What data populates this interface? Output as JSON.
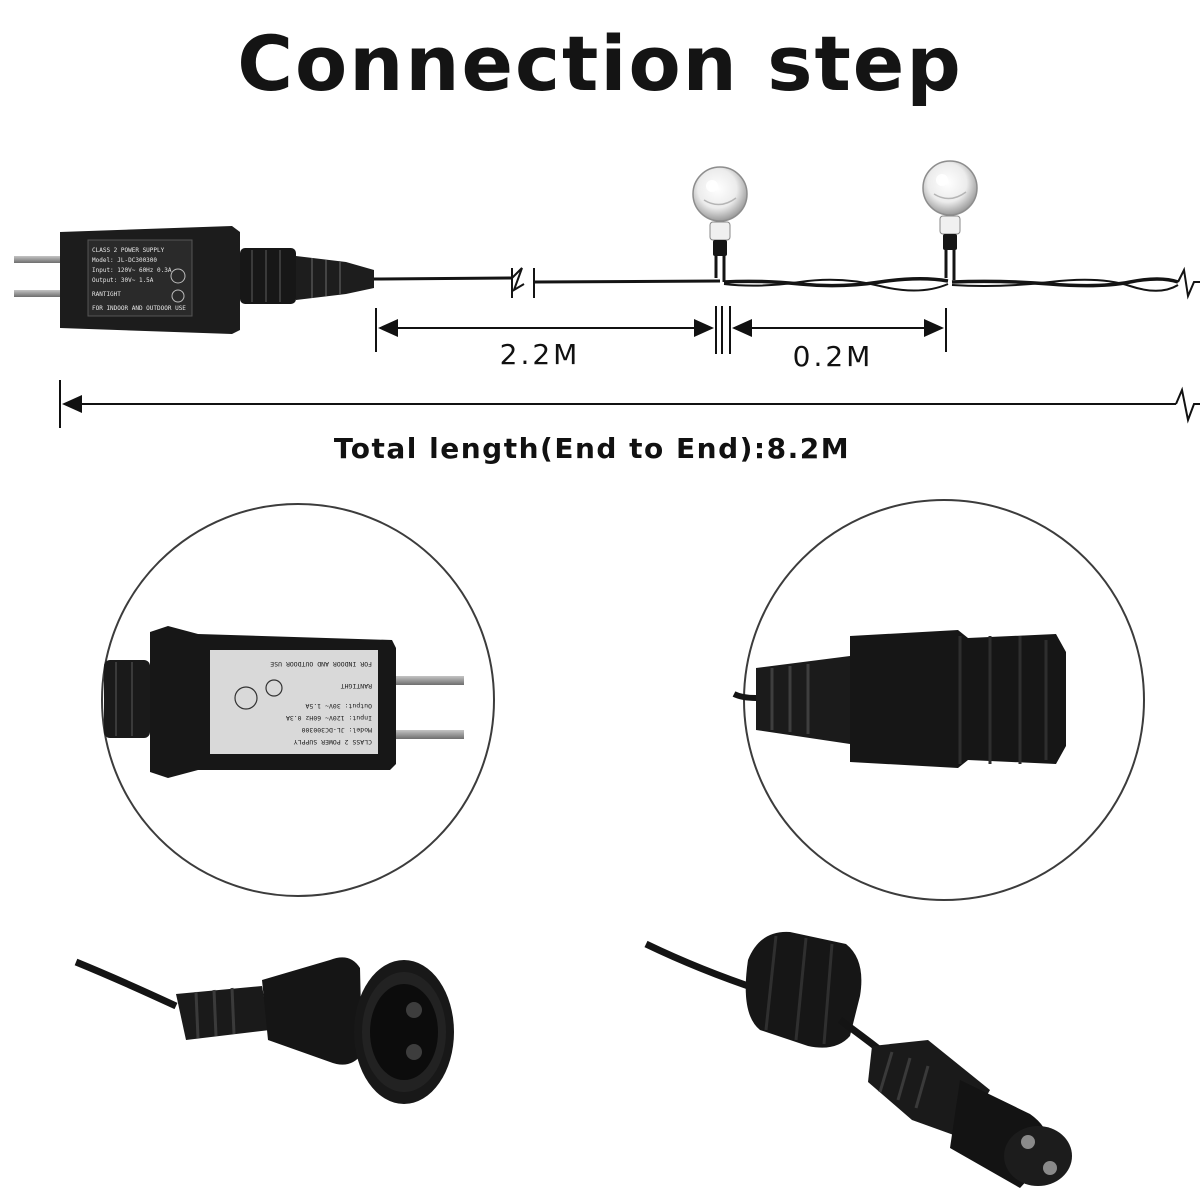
{
  "title": "Connection step",
  "dimensions": {
    "segment_lead": "2.2M",
    "segment_spacing": "0.2M",
    "total_length": "Total length(End to End):8.2M"
  },
  "adapter_label": {
    "brand": "RANTIGHT",
    "usage": "FOR INDOOR AND OUTDOOR USE",
    "line1": "CLASS 2 POWER SUPPLY",
    "line2": "Model: JL-DC300300",
    "line3": "Input: 120V~ 60Hz 0.3A",
    "line4": "Output: 30V~ 1.5A"
  },
  "colors": {
    "background": "#ffffff",
    "ink": "#111111",
    "cable": "#141414",
    "adapter_body": "#1c1c1c",
    "label_plate": "#d9d9d9",
    "prong": "#8a8a8a"
  },
  "icons": [
    "power-adapter-icon",
    "wire-break-icon",
    "globe-bulb-icon",
    "waterproof-connector-icon",
    "male-plug-icon",
    "female-socket-icon"
  ]
}
